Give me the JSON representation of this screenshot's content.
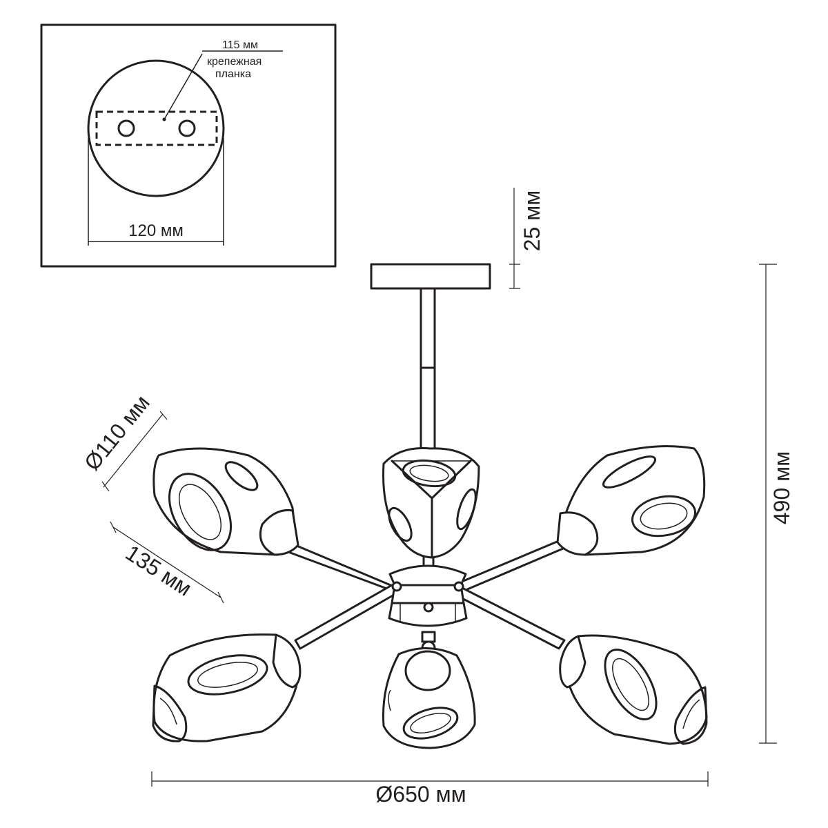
{
  "inset": {
    "label_115": "115 мм",
    "label_plate_line1": "крепежная",
    "label_plate_line2": "планка",
    "label_120": "120 мм"
  },
  "dimensions": {
    "canopy_height": "25 мм",
    "total_height": "490 мм",
    "shade_diameter": "Ø110 мм",
    "shade_length": "135 мм",
    "overall_diameter": "Ø650 мм"
  }
}
